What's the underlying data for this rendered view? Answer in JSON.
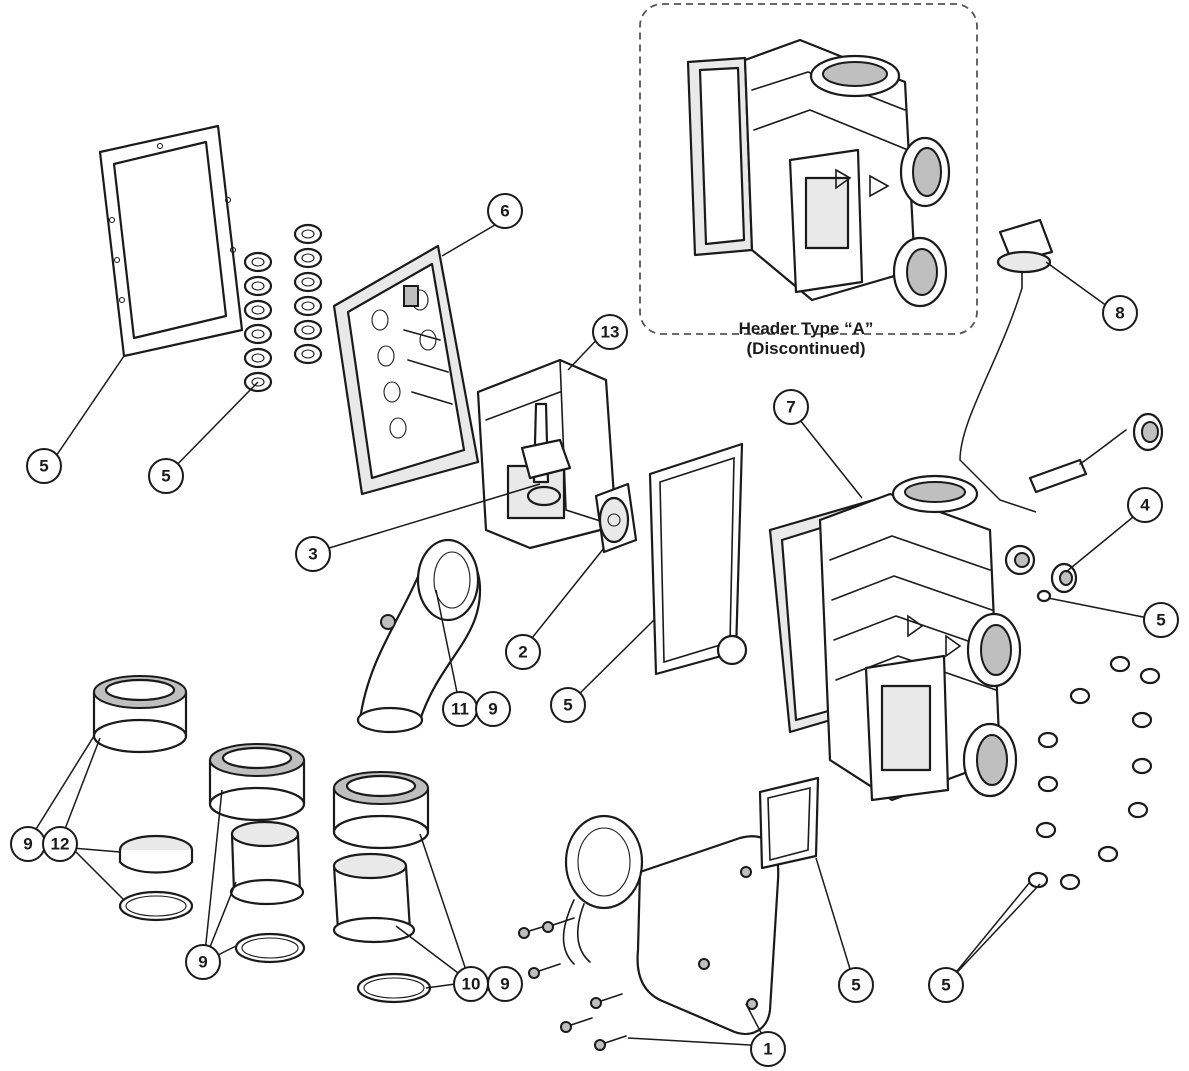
{
  "inset": {
    "caption_line1": "Header Type “A”",
    "caption_line2": "(Discontinued)"
  },
  "callouts": [
    {
      "id": "g-large",
      "text": "5"
    },
    {
      "id": "orings-left",
      "text": "5"
    },
    {
      "id": "tray",
      "text": "6"
    },
    {
      "id": "bracket",
      "text": "13"
    },
    {
      "id": "valve",
      "text": "3"
    },
    {
      "id": "flapper",
      "text": "2"
    },
    {
      "id": "elbow-a",
      "text": "11"
    },
    {
      "id": "elbow-b",
      "text": "9"
    },
    {
      "id": "g-rect",
      "text": "5"
    },
    {
      "id": "header",
      "text": "7"
    },
    {
      "id": "switch",
      "text": "8"
    },
    {
      "id": "plug",
      "text": "4"
    },
    {
      "id": "washer",
      "text": "5"
    },
    {
      "id": "union-a",
      "text": "9"
    },
    {
      "id": "union-b",
      "text": "12"
    },
    {
      "id": "adapt-a",
      "text": "9"
    },
    {
      "id": "adapt-b",
      "text": "10"
    },
    {
      "id": "adapt-c",
      "text": "9"
    },
    {
      "id": "cover",
      "text": "1"
    },
    {
      "id": "g-small",
      "text": "5"
    },
    {
      "id": "washers-right",
      "text": "5"
    }
  ]
}
